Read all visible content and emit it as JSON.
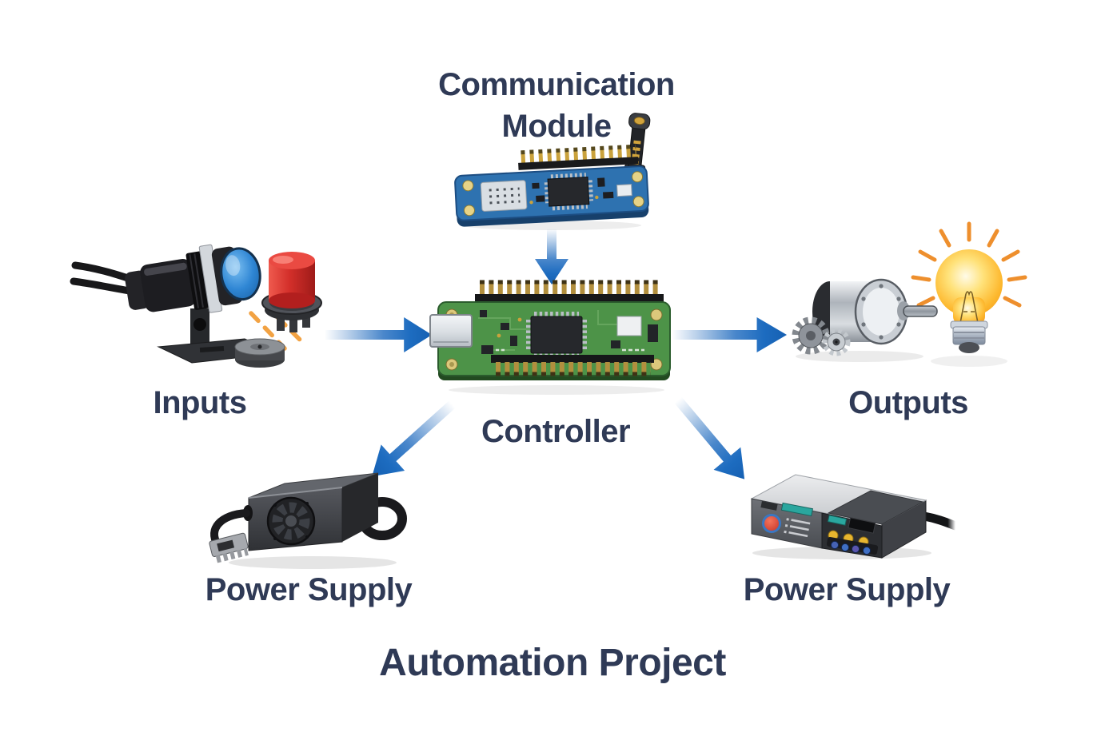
{
  "title": "Automation Project",
  "colors": {
    "background": "#ffffff",
    "label_text": "#2f3a56",
    "arrow_blue": "#1b67bd",
    "beam_orange": "#f2a243",
    "pcb_green": "#4d9348",
    "pcb_blue": "#2e72b0",
    "bulb_yellow": "#fdb82e"
  },
  "nodes": {
    "communication_module": {
      "label": "Communication Module"
    },
    "controller": {
      "label": "Controller"
    },
    "inputs": {
      "label": "Inputs"
    },
    "outputs": {
      "label": "Outputs"
    },
    "power_supply_left": {
      "label": "Power Supply"
    },
    "power_supply_right": {
      "label": "Power Supply"
    }
  },
  "illustrations": {
    "communication_module": "blue-pcb-module-with-antenna",
    "controller": "green-microcontroller-board-with-usb",
    "inputs": [
      "photoelectric-sensor-on-bracket",
      "orange-sensing-beam",
      "metal-target-disc",
      "red-push-button"
    ],
    "outputs": [
      "gear-motor",
      "glowing-light-bulb"
    ],
    "power_supply_left": "black-power-adapter-with-fan-and-connector",
    "power_supply_right": "bench-power-supply-with-knobs-and-cable"
  },
  "arrows": [
    {
      "from": "communication_module",
      "to": "controller",
      "direction": "down"
    },
    {
      "from": "inputs",
      "to": "controller",
      "direction": "right"
    },
    {
      "from": "controller",
      "to": "outputs",
      "direction": "right"
    },
    {
      "from": "controller",
      "to": "power_supply_left",
      "direction": "down-left"
    },
    {
      "from": "controller",
      "to": "power_supply_right",
      "direction": "down-right"
    }
  ]
}
